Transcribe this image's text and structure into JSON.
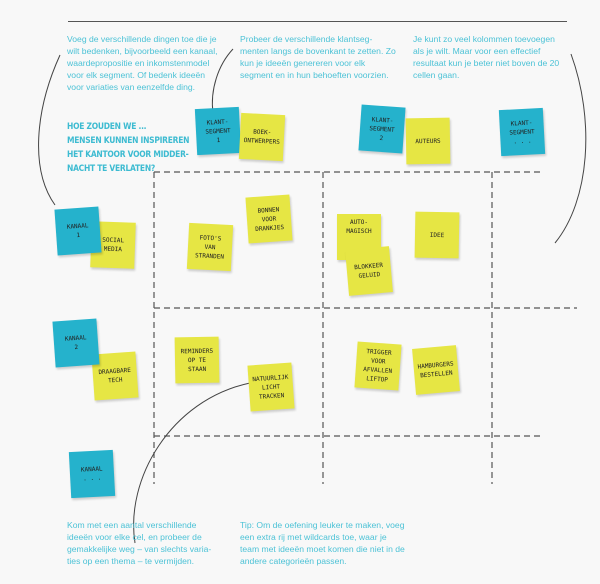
{
  "instructions": {
    "top_left": "Voeg de verschillende dingen toe die je wilt bedenken, bijvoorbeeld een kanaal, waardepropositie en inkomstenmodel voor elk segment. Of bedenk ideeën voor variaties van eenzelfde ding.",
    "top_middle": "Probeer de verschillende klantseg-menten langs de bovenkant te zetten. Zo kun je ideeën genereren voor elk segment en in hun behoeften voorzien.",
    "top_right": "Je kunt zo veel kolommen toevoegen als je wilt. Maar voor een effectief resultaat kun je beter niet boven de 20 cellen gaan.",
    "bottom_left": "Kom met een aantal verschillende ideeën voor elke cel, en probeer de gemakkelijke weg – van slechts varia-ties op een thema – te vermijden.",
    "bottom_middle": "Tip: Om de oefening leuker te maken, voeg een extra rij met wildcards toe, waar je team met ideeën moet komen die niet in de andere categorieën passen."
  },
  "heading": [
    "HOE ZOUDEN WE ...",
    "MENSEN KUNNEN INSPIREREN",
    "HET KANTOOR VOOR MIDDER-",
    "NACHT TE VERLATEN?"
  ],
  "colors": {
    "segment_note": "#25b2cc",
    "idea_note": "#e6e644",
    "text": "#4cc2d6"
  },
  "stickies": [
    {
      "text": "KLANT-\nSEGMENT\n1",
      "color": "cyan"
    },
    {
      "text": "BOEK-\nONTWERPERS",
      "color": "yellow"
    },
    {
      "text": "KLANT-\nSEGMENT\n2",
      "color": "cyan"
    },
    {
      "text": "AUTEURS",
      "color": "yellow"
    },
    {
      "text": "KLANT-\nSEGMENT\n. . .",
      "color": "cyan"
    },
    {
      "text": "SOCIAL\nMEDIA",
      "color": "yellow"
    },
    {
      "text": "KANAAL\n1",
      "color": "cyan"
    },
    {
      "text": "FOTO'S\nVAN\nSTRANDEN",
      "color": "yellow"
    },
    {
      "text": "BONNEN\nVOOR\nDRANKJES",
      "color": "yellow"
    },
    {
      "text": "AUTO-\nMAGISCH",
      "color": "yellow"
    },
    {
      "text": "BLOKKEER\nGELUID",
      "color": "yellow"
    },
    {
      "text": "IDEE",
      "color": "yellow"
    },
    {
      "text": "DRAAGBARE\nTECH",
      "color": "yellow"
    },
    {
      "text": "KANAAL\n2",
      "color": "cyan"
    },
    {
      "text": "REMINDERS\nOP TE\nSTAAN",
      "color": "yellow"
    },
    {
      "text": "NATUURLIJK\nLICHT\nTRACKEN",
      "color": "yellow"
    },
    {
      "text": "TRIGGER VOOR\nAFVALLEN\nLIFTOP",
      "color": "yellow"
    },
    {
      "text": "HAMBURGERS\nBESTELLEN",
      "color": "yellow"
    },
    {
      "text": "KANAAL\n. . .",
      "color": "cyan"
    }
  ]
}
